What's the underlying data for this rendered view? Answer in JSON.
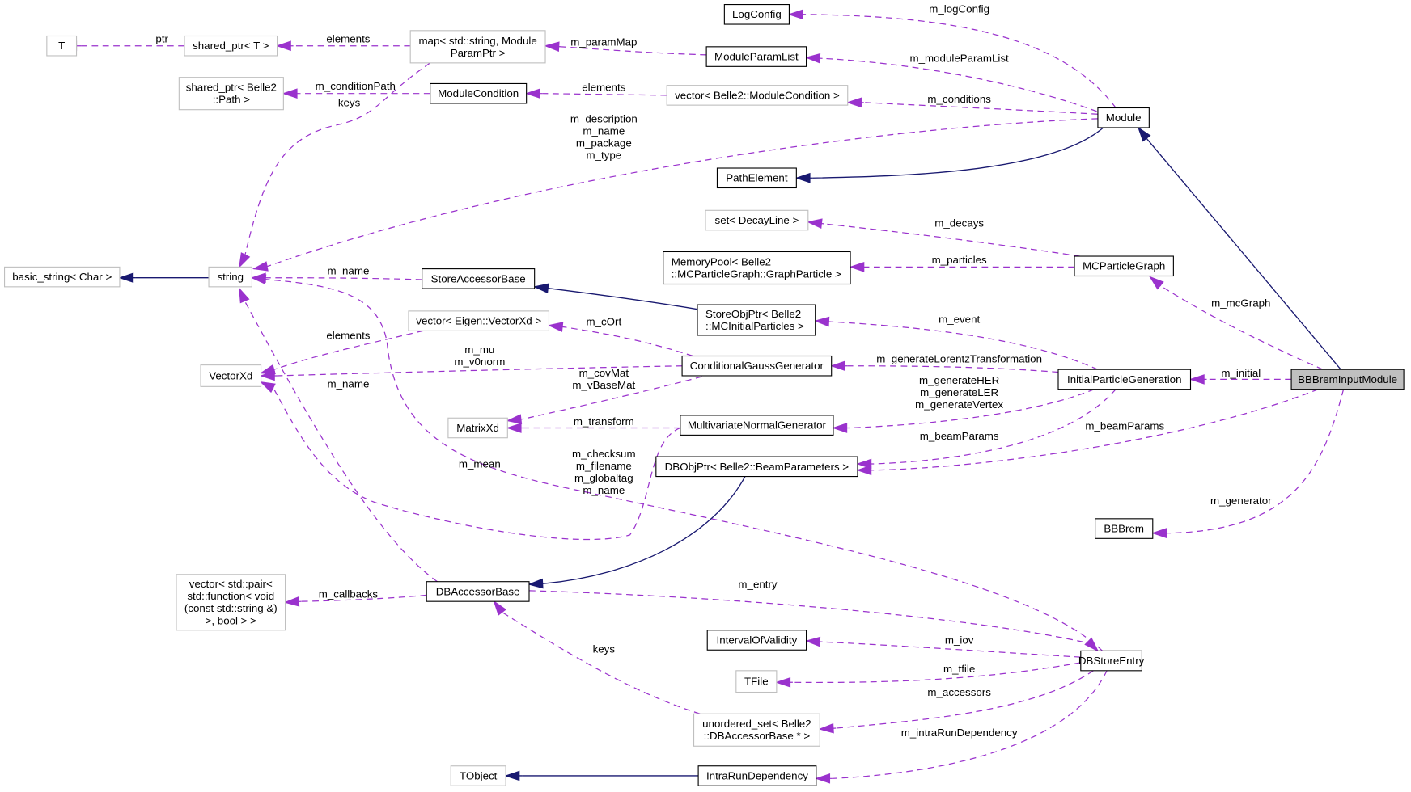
{
  "title": "BBBremInputModule collaboration diagram",
  "colors": {
    "usage_edge": "#9a32cd",
    "inherit_edge": "#191970",
    "focus_fill": "#bfbfbf",
    "external_border": "#bfbfbf",
    "documented_border": "#000000"
  },
  "nodes": {
    "T": {
      "lines": [
        "T"
      ],
      "kind": "external"
    },
    "shared_ptr_T": {
      "lines": [
        "shared_ptr< T >"
      ],
      "kind": "external"
    },
    "map_param": {
      "lines": [
        "map< std::string, Module",
        "ParamPtr >"
      ],
      "kind": "external"
    },
    "LogConfig": {
      "lines": [
        "LogConfig"
      ],
      "kind": "documented"
    },
    "ModuleParamList": {
      "lines": [
        "ModuleParamList"
      ],
      "kind": "documented"
    },
    "shared_ptr_path": {
      "lines": [
        "shared_ptr< Belle2",
        "::Path >"
      ],
      "kind": "external"
    },
    "ModuleCondition": {
      "lines": [
        "ModuleCondition"
      ],
      "kind": "documented"
    },
    "vector_modcond": {
      "lines": [
        "vector< Belle2::ModuleCondition >"
      ],
      "kind": "external"
    },
    "Module": {
      "lines": [
        "Module"
      ],
      "kind": "documented"
    },
    "PathElement": {
      "lines": [
        "PathElement"
      ],
      "kind": "documented"
    },
    "set_decay": {
      "lines": [
        "set< DecayLine >"
      ],
      "kind": "external"
    },
    "MemoryPool": {
      "lines": [
        "MemoryPool< Belle2",
        "::MCParticleGraph::GraphParticle >"
      ],
      "kind": "documented"
    },
    "MCParticleGraph": {
      "lines": [
        "MCParticleGraph"
      ],
      "kind": "documented"
    },
    "basic_string": {
      "lines": [
        "basic_string< Char >"
      ],
      "kind": "external"
    },
    "string": {
      "lines": [
        "string"
      ],
      "kind": "external"
    },
    "StoreAccessorBase": {
      "lines": [
        "StoreAccessorBase"
      ],
      "kind": "documented"
    },
    "vector_eigen": {
      "lines": [
        "vector< Eigen::VectorXd >"
      ],
      "kind": "external"
    },
    "StoreObjPtr": {
      "lines": [
        "StoreObjPtr< Belle2",
        "::MCInitialParticles >"
      ],
      "kind": "documented"
    },
    "VectorXd": {
      "lines": [
        "VectorXd"
      ],
      "kind": "external"
    },
    "CondGauss": {
      "lines": [
        "ConditionalGaussGenerator"
      ],
      "kind": "documented"
    },
    "InitialParticleGeneration": {
      "lines": [
        "InitialParticleGeneration"
      ],
      "kind": "documented"
    },
    "BBBremInputModule": {
      "lines": [
        "BBBremInputModule"
      ],
      "kind": "focus"
    },
    "MatrixXd": {
      "lines": [
        "MatrixXd"
      ],
      "kind": "external"
    },
    "MVNormal": {
      "lines": [
        "MultivariateNormalGenerator"
      ],
      "kind": "documented"
    },
    "DBObjPtr": {
      "lines": [
        "DBObjPtr< Belle2::BeamParameters >"
      ],
      "kind": "documented"
    },
    "BBBrem": {
      "lines": [
        "BBBrem"
      ],
      "kind": "documented"
    },
    "vector_callbacks": {
      "lines": [
        "vector< std::pair<",
        "std::function< void",
        "(const std::string &)",
        ">, bool > >"
      ],
      "kind": "external"
    },
    "DBAccessorBase": {
      "lines": [
        "DBAccessorBase"
      ],
      "kind": "documented"
    },
    "IntervalOfValidity": {
      "lines": [
        "IntervalOfValidity"
      ],
      "kind": "documented"
    },
    "DBStoreEntry": {
      "lines": [
        "DBStoreEntry"
      ],
      "kind": "documented"
    },
    "TFile": {
      "lines": [
        "TFile"
      ],
      "kind": "external"
    },
    "unordered_set": {
      "lines": [
        "unordered_set< Belle2",
        "::DBAccessorBase * >"
      ],
      "kind": "external"
    },
    "TObject": {
      "lines": [
        "TObject"
      ],
      "kind": "external"
    },
    "IntraRunDependency": {
      "lines": [
        "IntraRunDependency"
      ],
      "kind": "documented"
    }
  },
  "edges": [
    {
      "id": "e1",
      "from": "shared_ptr_T",
      "to": "T",
      "type": "usage",
      "label": [
        "ptr"
      ]
    },
    {
      "id": "e2",
      "from": "map_param",
      "to": "shared_ptr_T",
      "type": "usage",
      "label": [
        "elements"
      ]
    },
    {
      "id": "e3",
      "from": "ModuleParamList",
      "to": "map_param",
      "type": "usage",
      "label": [
        "m_paramMap"
      ]
    },
    {
      "id": "e4",
      "from": "Module",
      "to": "LogConfig",
      "type": "usage",
      "label": [
        "m_logConfig"
      ]
    },
    {
      "id": "e5",
      "from": "Module",
      "to": "ModuleParamList",
      "type": "usage",
      "label": [
        "m_moduleParamList"
      ]
    },
    {
      "id": "e6",
      "from": "ModuleCondition",
      "to": "shared_ptr_path",
      "type": "usage",
      "label": [
        "m_conditionPath"
      ]
    },
    {
      "id": "e7",
      "from": "map_param",
      "to": "string",
      "type": "usage",
      "label": [
        "keys"
      ]
    },
    {
      "id": "e8",
      "from": "vector_modcond",
      "to": "ModuleCondition",
      "type": "usage",
      "label": [
        "elements"
      ]
    },
    {
      "id": "e9",
      "from": "Module",
      "to": "vector_modcond",
      "type": "usage",
      "label": [
        "m_conditions"
      ]
    },
    {
      "id": "e10",
      "from": "Module",
      "to": "string",
      "type": "usage",
      "label": [
        "m_description",
        "m_name",
        "m_package",
        "m_type"
      ]
    },
    {
      "id": "e11",
      "from": "Module",
      "to": "PathElement",
      "type": "inherit",
      "label": []
    },
    {
      "id": "e12",
      "from": "BBBremInputModule",
      "to": "Module",
      "type": "inherit",
      "label": []
    },
    {
      "id": "e13",
      "from": "MCParticleGraph",
      "to": "set_decay",
      "type": "usage",
      "label": [
        "m_decays"
      ]
    },
    {
      "id": "e14",
      "from": "MCParticleGraph",
      "to": "MemoryPool",
      "type": "usage",
      "label": [
        "m_particles"
      ]
    },
    {
      "id": "e15",
      "from": "BBBremInputModule",
      "to": "MCParticleGraph",
      "type": "usage",
      "label": [
        "m_mcGraph"
      ]
    },
    {
      "id": "e16",
      "from": "string",
      "to": "basic_string",
      "type": "inherit",
      "label": []
    },
    {
      "id": "e17",
      "from": "StoreAccessorBase",
      "to": "string",
      "type": "usage",
      "label": [
        "m_name"
      ]
    },
    {
      "id": "e18",
      "from": "StoreObjPtr",
      "to": "StoreAccessorBase",
      "type": "inherit",
      "label": []
    },
    {
      "id": "e19",
      "from": "InitialParticleGeneration",
      "to": "StoreObjPtr",
      "type": "usage",
      "label": [
        "m_event"
      ]
    },
    {
      "id": "e20",
      "from": "vector_eigen",
      "to": "VectorXd",
      "type": "usage",
      "label": [
        "elements"
      ]
    },
    {
      "id": "e21",
      "from": "CondGauss",
      "to": "vector_eigen",
      "type": "usage",
      "label": [
        "m_cOrt"
      ]
    },
    {
      "id": "e22",
      "from": "CondGauss",
      "to": "VectorXd",
      "type": "usage",
      "label": [
        "m_mu",
        "m_v0norm"
      ]
    },
    {
      "id": "e23",
      "from": "InitialParticleGeneration",
      "to": "CondGauss",
      "type": "usage",
      "label": [
        "m_generateLorentzTransformation"
      ]
    },
    {
      "id": "e24",
      "from": "BBBremInputModule",
      "to": "InitialParticleGeneration",
      "type": "usage",
      "label": [
        "m_initial"
      ]
    },
    {
      "id": "e25",
      "from": "CondGauss",
      "to": "MatrixXd",
      "type": "usage",
      "label": [
        "m_covMat",
        "m_vBaseMat"
      ]
    },
    {
      "id": "e26",
      "from": "MVNormal",
      "to": "MatrixXd",
      "type": "usage",
      "label": [
        "m_transform"
      ]
    },
    {
      "id": "e27",
      "from": "InitialParticleGeneration",
      "to": "MVNormal",
      "type": "usage",
      "label": [
        "m_generateHER",
        "m_generateLER",
        "m_generateVertex"
      ]
    },
    {
      "id": "e28",
      "from": "InitialParticleGeneration",
      "to": "DBObjPtr",
      "type": "usage",
      "label": [
        "m_beamParams"
      ]
    },
    {
      "id": "e29",
      "from": "BBBremInputModule",
      "to": "DBObjPtr",
      "type": "usage",
      "label": [
        "m_beamParams"
      ]
    },
    {
      "id": "e30",
      "from": "MVNormal",
      "to": "VectorXd",
      "type": "usage",
      "label": [
        "m_mean"
      ]
    },
    {
      "id": "e31",
      "from": "DBAccessorBase",
      "to": "string",
      "type": "usage",
      "label": [
        "m_name"
      ]
    },
    {
      "id": "e32",
      "from": "DBStoreEntry",
      "to": "string",
      "type": "usage",
      "label": [
        "m_checksum",
        "m_filename",
        "m_globaltag",
        "m_name"
      ]
    },
    {
      "id": "e33",
      "from": "BBBremInputModule",
      "to": "BBBrem",
      "type": "usage",
      "label": [
        "m_generator"
      ]
    },
    {
      "id": "e34",
      "from": "DBObjPtr",
      "to": "DBAccessorBase",
      "type": "inherit",
      "label": []
    },
    {
      "id": "e35",
      "from": "DBAccessorBase",
      "to": "vector_callbacks",
      "type": "usage",
      "label": [
        "m_callbacks"
      ]
    },
    {
      "id": "e36",
      "from": "DBAccessorBase",
      "to": "DBStoreEntry",
      "type": "usage",
      "label": [
        "m_entry"
      ]
    },
    {
      "id": "e37",
      "from": "unordered_set",
      "to": "DBAccessorBase",
      "type": "usage",
      "label": [
        "keys"
      ]
    },
    {
      "id": "e38",
      "from": "DBStoreEntry",
      "to": "IntervalOfValidity",
      "type": "usage",
      "label": [
        "m_iov"
      ]
    },
    {
      "id": "e39",
      "from": "DBStoreEntry",
      "to": "TFile",
      "type": "usage",
      "label": [
        "m_tfile"
      ]
    },
    {
      "id": "e40",
      "from": "DBStoreEntry",
      "to": "unordered_set",
      "type": "usage",
      "label": [
        "m_accessors"
      ]
    },
    {
      "id": "e41",
      "from": "DBStoreEntry",
      "to": "IntraRunDependency",
      "type": "usage",
      "label": [
        "m_intraRunDependency"
      ]
    },
    {
      "id": "e42",
      "from": "IntraRunDependency",
      "to": "TObject",
      "type": "inherit",
      "label": []
    }
  ]
}
